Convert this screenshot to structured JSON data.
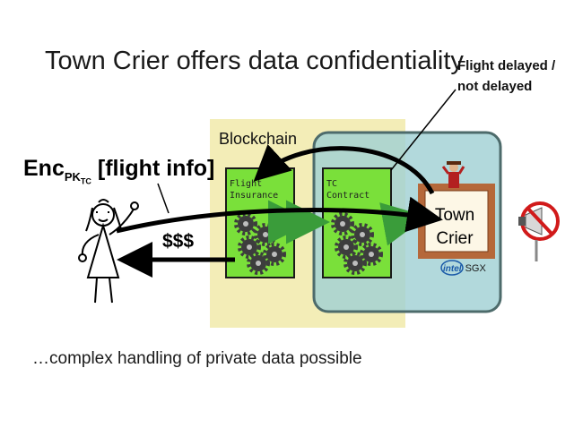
{
  "slide": {
    "title": "Town Crier offers data confidentiality",
    "callout": {
      "line1": "Flight delayed /",
      "line2": "not delayed"
    },
    "footer": "…complex handling of private data possible"
  },
  "diagram": {
    "blockchain_label": "Blockchain",
    "enc": {
      "main": "Enc",
      "sub": "PK",
      "subsub": "TC",
      "rest": " [flight info]"
    },
    "payment_label": "$$$",
    "flight_insurance": {
      "line1": "Flight",
      "line2": "Insurance"
    },
    "tc_contract": {
      "line1": "TC",
      "line2": "Contract"
    },
    "town_crier": {
      "line1": "Town",
      "line2": "Crier"
    },
    "intel_badge": {
      "logo": "intel",
      "text": "SGX"
    },
    "icons": [
      "gears-icon",
      "stick-figure-icon",
      "town-crier-figure-icon",
      "no-megaphone-icon"
    ],
    "colors": {
      "blockchain_bg": "#f3edb7",
      "enclave_bg": "#9fd0d3",
      "contract_green": "#7ae03a",
      "arrow_green": "#3a9c3a",
      "town_crier_frame": "#b5683a"
    }
  }
}
